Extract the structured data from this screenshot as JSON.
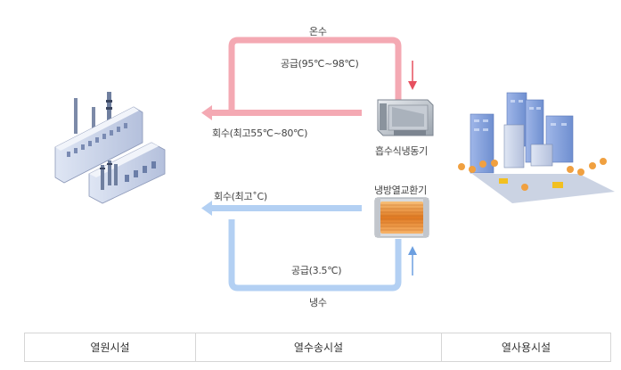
{
  "diagram": {
    "hot_loop_label": "온수",
    "hot_supply_label": "공급(95℃~98℃)",
    "hot_return_label": "회수(최고55℃~80℃)",
    "absorption_chiller_label": "흡수식냉동기",
    "heat_exchanger_label": "냉방열교환기",
    "cold_return_label": "회수(최고˚C)",
    "cold_supply_label": "공급(3.5℃)",
    "cold_loop_label": "냉수"
  },
  "footer": {
    "cells": [
      "열원시설",
      "열수송시설",
      "열사용시설"
    ]
  },
  "colors": {
    "hot_pipe": "#f4a9b3",
    "hot_arrow": "#e6505f",
    "cold_pipe": "#b3d0f3",
    "cold_arrow": "#6c9fe0"
  }
}
